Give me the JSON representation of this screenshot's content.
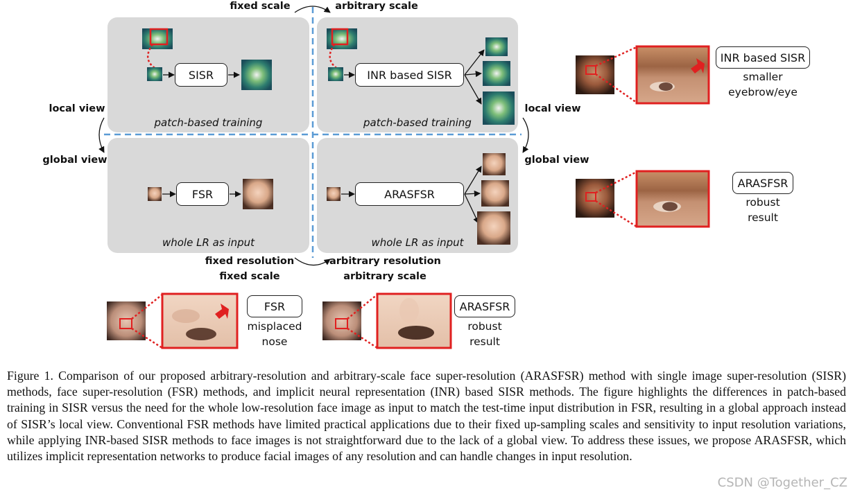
{
  "diagram": {
    "top_labels": {
      "left": "fixed scale",
      "right": "arbitrary scale"
    },
    "side_labels": {
      "left_local": "local view",
      "left_global": "global view",
      "right_local": "local view",
      "right_global": "global view"
    },
    "bottom_labels": {
      "left_line1": "fixed resolution",
      "left_line2": "fixed scale",
      "right_line1": "arbitrary resolution",
      "right_line2": "arbitrary scale"
    },
    "panels": [
      {
        "method": "SISR",
        "caption": "patch-based training"
      },
      {
        "method": "INR based SISR",
        "caption": "patch-based training"
      },
      {
        "method": "FSR",
        "caption": "whole LR as input"
      },
      {
        "method": "ARASFSR",
        "caption": "whole LR as input"
      }
    ],
    "right_comparisons": [
      {
        "method": "INR based SISR",
        "line1": "smaller",
        "line2": "eyebrow/eye"
      },
      {
        "method": "ARASFSR",
        "line1": "robust",
        "line2": "result"
      }
    ],
    "bottom_comparisons": [
      {
        "method": "FSR",
        "line1": "misplaced",
        "line2": "nose"
      },
      {
        "method": "ARASFSR",
        "line1": "robust",
        "line2": "result"
      }
    ]
  },
  "caption": "Figure 1. Comparison of our proposed arbitrary-resolution and arbitrary-scale face super-resolution (ARASFSR) method with single image super-resolution (SISR) methods, face super-resolution (FSR) methods, and implicit neural representation (INR) based SISR methods. The figure highlights the differences in patch-based training in SISR versus the need for the whole low-resolution face image as input to match the test-time input distribution in FSR, resulting in a global approach instead of SISR’s local view. Conventional FSR methods have limited practical applications due to their fixed up-sampling scales and sensitivity to input resolution variations, while applying INR-based SISR methods to face images is not straightforward due to the lack of a global view. To address these issues, we propose ARASFSR, which utilizes implicit representation networks to produce facial images of any resolution and can handle changes in input resolution.",
  "watermark": "CSDN @Together_CZ",
  "colors": {
    "panel": "#d9d9d9",
    "divider": "#5b9bd5",
    "highlight": "#e02020"
  }
}
